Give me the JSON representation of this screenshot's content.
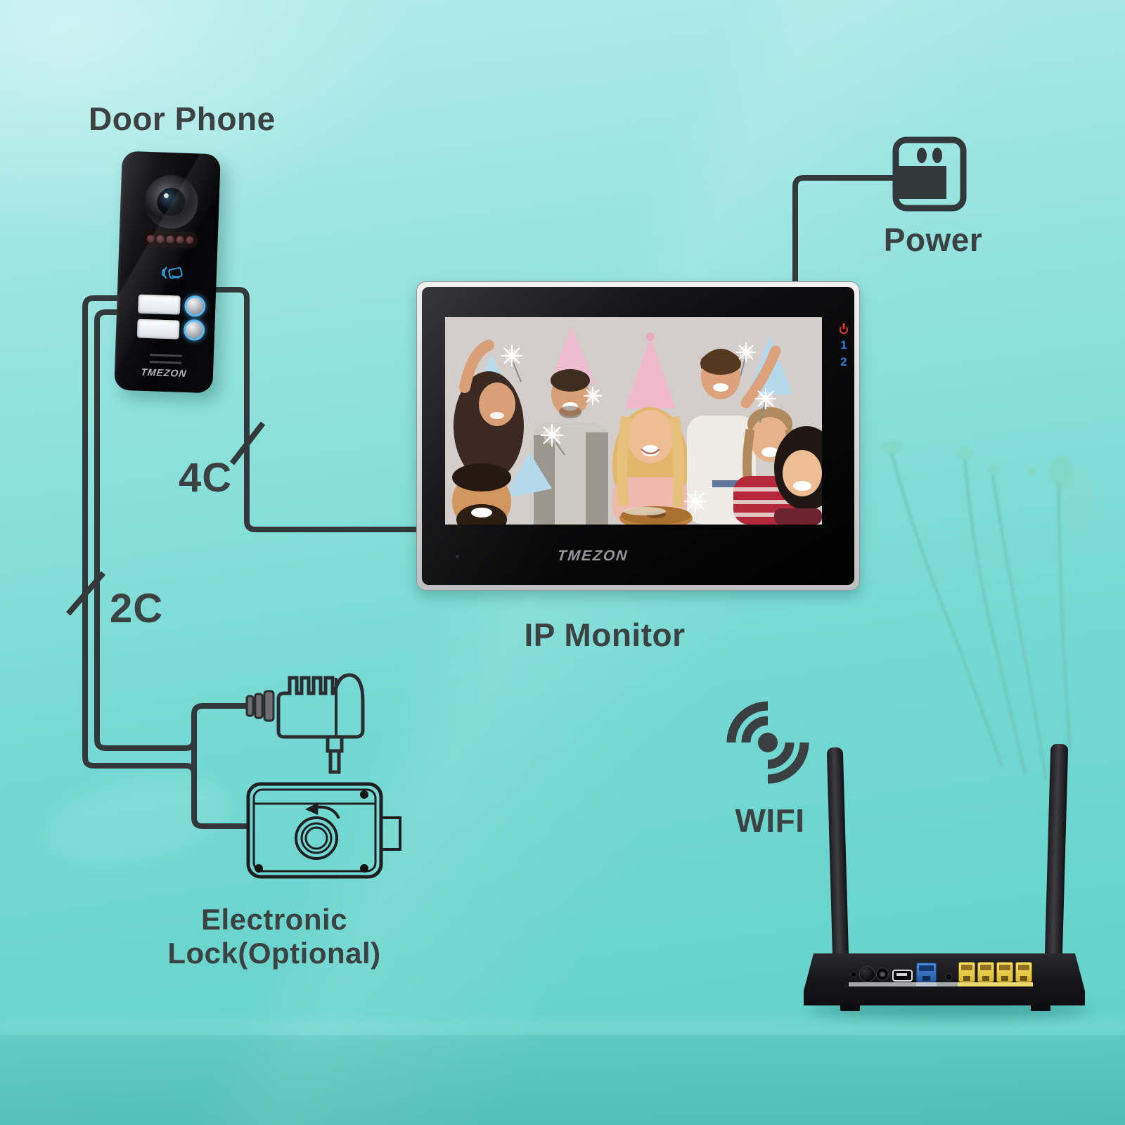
{
  "colors": {
    "background_top": "#b2ecea",
    "background_bottom": "#5fd0c9",
    "wire": "#33383a",
    "label_text": "#3c4242",
    "indicator_power_red": "#e2392c",
    "indicator_channel_blue": "#2e7fd8",
    "call_button_ring_blue": "#58b8f2",
    "rfid_icon_blue": "#2f9fe0",
    "lan_port_yellow": "#e9c93c",
    "wan_port_blue": "#2e6fc0"
  },
  "labels": {
    "door_phone": "Door Phone",
    "power": "Power",
    "ip_monitor": "IP Monitor",
    "wifi": "WIFI",
    "electronic_lock": "Electronic Lock(Optional)",
    "wire_4c": "4C",
    "wire_2c": "2C"
  },
  "door_phone": {
    "brand": "TMEZON",
    "call_buttons": 2,
    "name_plates": 2
  },
  "monitor": {
    "brand": "TMEZON",
    "indicator_1": "1",
    "indicator_2": "2"
  },
  "router": {
    "antennas": 2,
    "lan_ports": 4,
    "wan_ports": 1
  }
}
